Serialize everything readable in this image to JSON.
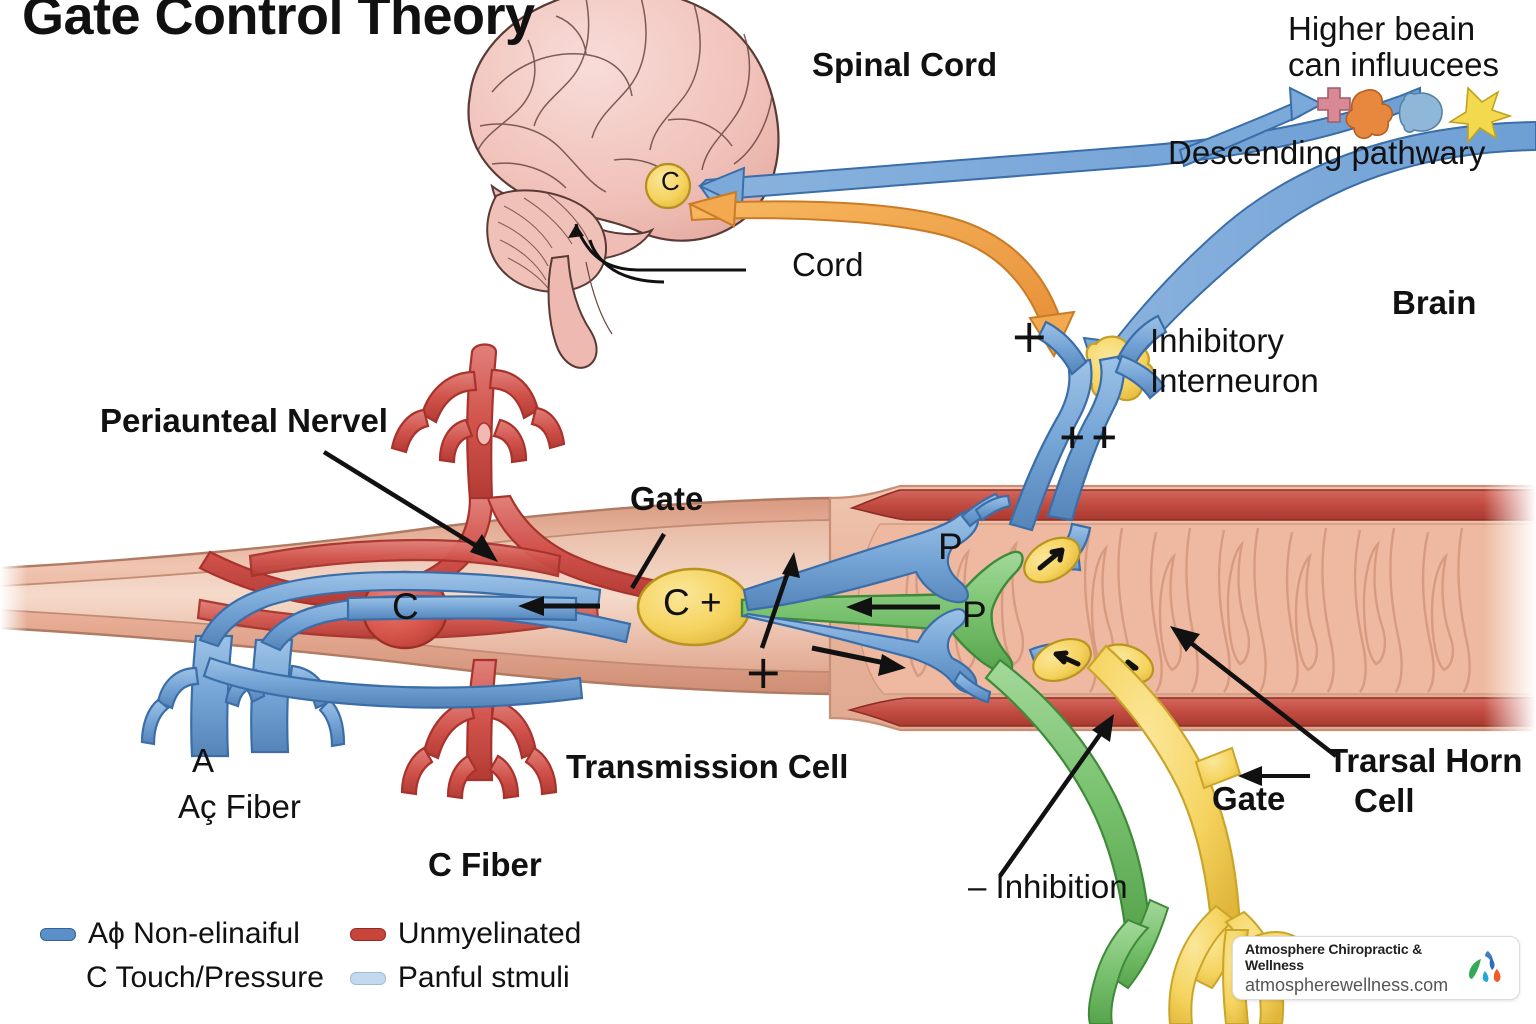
{
  "title": "Gate Control Theory",
  "labels": {
    "spinal_cord": "Spinal Cord",
    "cord": "Cord",
    "brain": "Brain",
    "higher_brain_line1": "Higher beain",
    "higher_brain_line2": "can influucees",
    "descending_pathway": "Descending pathwary",
    "inhibitory_line1": "Inhibitory",
    "inhibitory_line2": "Interneuron",
    "perineural_nerve": "Periaunteal Nervel",
    "gate_left": "Gate",
    "gate_right": "Gate",
    "transmission_cell": "Transmission Cell",
    "dorsal_horn_line1": "Trarsal Horn",
    "dorsal_horn_line2": "Cell",
    "inhibition": "–  Inhibition",
    "a_fiber": "Aç Fiber",
    "a_marker": "A",
    "c_fiber": "C Fiber",
    "c_node": "C",
    "gate_node": "C +",
    "brain_node": "C",
    "p_upper": "P",
    "p_lower": "P",
    "plus_interneuron": "+",
    "plus_syn_left": "+",
    "plus_syn_right": "+",
    "plus_transmission": "+"
  },
  "legend": {
    "items": [
      {
        "color": "#5b8fc9",
        "line1": "Aϕ Non-elinaiful",
        "line2": "C Touch/Pressure"
      },
      {
        "color": "#c8453c",
        "line1": "Unmyelinated",
        "line2": "Panful stmuli"
      }
    ],
    "light_swatch": "#c3d9ee"
  },
  "watermark": {
    "name": "Atmosphere Chiropractic & Wellness",
    "url": "atmospherewellness.com"
  },
  "colors": {
    "blue_fiber": "#6d9fd4",
    "blue_fiber_dark": "#3b6ea8",
    "red_fiber": "#d1534c",
    "red_fiber_dark": "#a8332c",
    "green_neuron": "#7cc472",
    "green_dark": "#3f8a38",
    "yellow_node": "#f5d35e",
    "yellow_dark": "#c9a62a",
    "orange_arrow": "#f0a044",
    "nerve_salmon": "#e5a98f",
    "cord_red": "#c75148",
    "cord_pink": "#e8b6a0",
    "brain_pink": "#f2c3bc",
    "ink": "#1a1a1a"
  },
  "molecule_colors": [
    "#d98896",
    "#e8883f",
    "#8fb8d8",
    "#f2d94e"
  ]
}
